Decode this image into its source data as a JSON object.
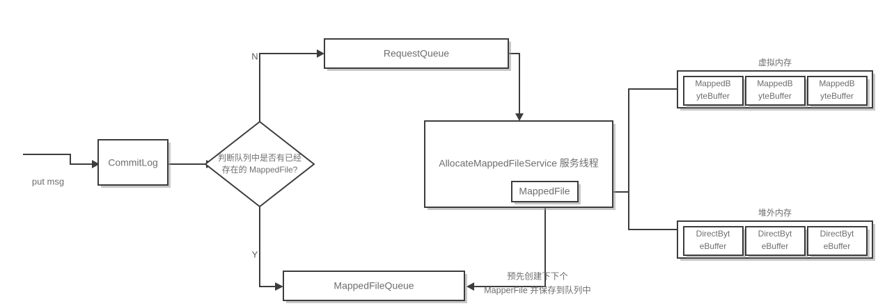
{
  "diagram": {
    "title": "RocketMQ MappedFile allocation flow",
    "colors": {
      "stroke": "#3c3c3c",
      "text": "#6e6e6e",
      "background": "#ffffff",
      "shadow": "#9a9a9a"
    }
  },
  "nodes": {
    "commit_log": {
      "label": "CommitLog"
    },
    "decision": {
      "line1": "判断队列中是否有已经",
      "line2": "存在的 MappedFile?"
    },
    "request_queue": {
      "label": "RequestQueue"
    },
    "allocate_service": {
      "label": "AllocateMappedFileService 服务线程"
    },
    "mapped_file": {
      "label": "MappedFile"
    },
    "mapped_file_queue": {
      "label": "MappedFileQueue"
    }
  },
  "edge_labels": {
    "put_msg": "put msg",
    "branch_no": "N",
    "branch_yes": "Y",
    "note_line1": "预先创建下下个",
    "note_line2": "MapperFile 并保存到队列中"
  },
  "memory_regions": [
    {
      "id": "virtual-memory",
      "caption": "虚拟内存",
      "buffers": [
        {
          "line1": "MappedB",
          "line2": "yteBuffer"
        },
        {
          "line1": "MappedB",
          "line2": "yteBuffer"
        },
        {
          "line1": "MappedB",
          "line2": "yteBuffer"
        }
      ]
    },
    {
      "id": "off-heap-memory",
      "caption": "堆外内存",
      "buffers": [
        {
          "line1": "DirectByt",
          "line2": "eBuffer"
        },
        {
          "line1": "DirectByt",
          "line2": "eBuffer"
        },
        {
          "line1": "DirectByt",
          "line2": "eBuffer"
        }
      ]
    }
  ]
}
